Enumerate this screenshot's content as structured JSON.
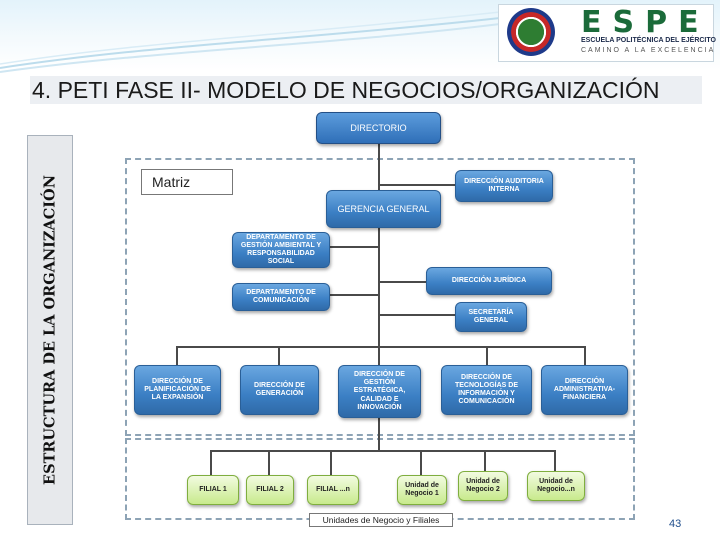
{
  "header": {
    "logo": {
      "name": "ESPE",
      "subtitle": "ESCUELA POLITÉCNICA DEL EJÉRCITO",
      "tagline": "CAMINO A LA EXCELENCIA"
    }
  },
  "slide": {
    "title": "4. PETI FASE II- MODELO DE NEGOCIOS/ORGANIZACIÓN",
    "side_label": "ESTRUCTURA DE LA ORGANIZACIÓN",
    "page_number": "43"
  },
  "org": {
    "directorio": "DIRECTORIO",
    "matriz": "Matriz",
    "auditoria": "DIRECCIÓN AUDITORIA INTERNA",
    "gerencia": "GERENCIA GENERAL",
    "depto_ambiental": "DEPARTAMENTO DE GESTIÓN AMBIENTAL Y RESPONSABILIDAD SOCIAL",
    "juridica": "DIRECCIÓN JURÍDICA",
    "depto_comunicacion": "DEPARTAMENTO DE COMUNICACIÓN",
    "secretaria": "SECRETARÍA GENERAL",
    "directions": [
      "DIRECCIÓN DE PLANIFICACIÓN DE LA EXPANSIÓN",
      "DIRECCIÓN DE GENERACIÓN",
      "DIRECCIÓN DE GESTIÓN ESTRATÉGICA, CALIDAD E INNOVACIÓN",
      "DIRECCIÓN DE TECNOLOGÍAS DE INFORMACIÓN Y COMUNICACIÓN",
      "DIRECCIÓN ADMINISTRATIVA-FINANCIERA"
    ],
    "units_label": "Unidades de Negocio y Filiales",
    "filiales": [
      "FILIAL 1",
      "FILIAL 2",
      "FILIAL ...n"
    ],
    "unidades": [
      "Unidad de Negocio 1",
      "Unidad de Negocio 2",
      "Unidad de Negocio...n"
    ]
  },
  "colors": {
    "box_blue": "#3b7fc4",
    "unit_green": "#c8ea8c",
    "title_band": "#eceff3",
    "dashed_border": "#8da3b5"
  }
}
